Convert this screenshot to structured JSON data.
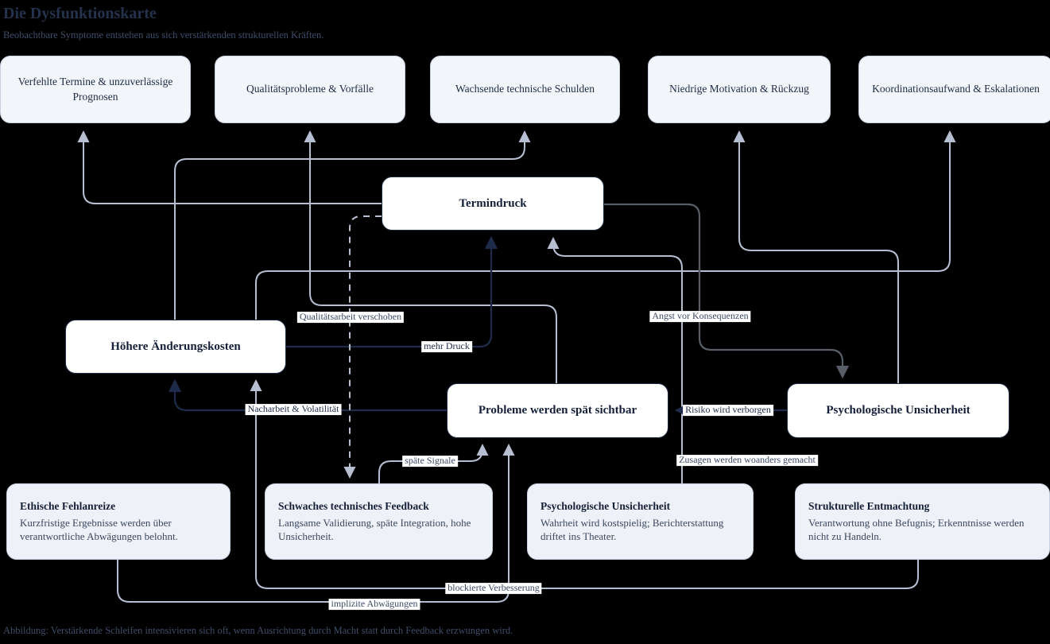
{
  "header": {
    "title": "Die Dysfunktionskarte",
    "subtitle": "Beobachtbare Symptome entstehen aus sich verstärkenden strukturellen Kräften."
  },
  "caption": "Abbildung: Verstärkende Schleifen intensivieren sich oft, wenn Ausrichtung durch Macht statt durch Feedback erzwungen wird.",
  "colors": {
    "background": "#000000",
    "edge_light": "#b6bfd2",
    "edge_dark": "#1e2b4a",
    "edge_gray": "#585e68",
    "symptom_fill": "#f2f5fa",
    "hub_fill": "#ffffff",
    "hub_border": "#1e2b45",
    "light_border": "#c7d0e0"
  },
  "symptoms": [
    {
      "label": "Verfehlte Termine & unzuverlässige Prognosen"
    },
    {
      "label": "Qualitätsprobleme & Vorfälle"
    },
    {
      "label": "Wachsende technische Schulden"
    },
    {
      "label": "Niedrige Motivation & Rückzug"
    },
    {
      "label": "Koordinationsaufwand & Eskalationen"
    }
  ],
  "hubs": [
    {
      "label": "Termindruck"
    },
    {
      "label": "Höhere Änderungskosten"
    },
    {
      "label": "Probleme werden spät sichtbar"
    },
    {
      "label": "Psychologische Unsicherheit"
    }
  ],
  "sources": [
    {
      "title": "Ethische Fehlanreize",
      "desc": "Kurzfristige Ergebnisse werden über verantwortliche Abwägungen belohnt."
    },
    {
      "title": "Schwaches technisches Feedback",
      "desc": "Langsame Validierung, späte Integration, hohe Unsicherheit."
    },
    {
      "title": "Psychologische Unsicherheit",
      "desc": "Wahrheit wird kostspielig; Berichterstattung driftet ins Theater."
    },
    {
      "title": "Strukturelle Entmachtung",
      "desc": "Verantwortung ohne Befugnis; Erkenntnisse werden nicht zu Handeln."
    }
  ],
  "edge_labels": [
    "Qualitätsarbeit verschoben",
    "mehr Druck",
    "Angst vor Konsequenzen",
    "Nacharbeit & Volatilität",
    "Risiko wird verborgen",
    "späte Signale",
    "Zusagen werden woanders gemacht",
    "blockierte Verbesserung",
    "implizite Abwägungen"
  ],
  "edges": [
    {
      "from": "Termindruck",
      "to": "Verfehlte Termine & unzuverlässige Prognosen",
      "label": "",
      "style": "light"
    },
    {
      "from": "Probleme werden spät sichtbar",
      "to": "Qualitätsprobleme & Vorfälle",
      "label": "",
      "style": "light"
    },
    {
      "from": "Höhere Änderungskosten",
      "to": "Wachsende technische Schulden",
      "label": "",
      "style": "light"
    },
    {
      "from": "Psychologische Unsicherheit",
      "to": "Niedrige Motivation & Rückzug",
      "label": "",
      "style": "light"
    },
    {
      "from": "Höhere Änderungskosten",
      "to": "Koordinationsaufwand & Eskalationen",
      "label": "",
      "style": "light"
    },
    {
      "from": "Höhere Änderungskosten",
      "to": "Termindruck",
      "label": "mehr Druck",
      "style": "dark"
    },
    {
      "from": "Probleme werden spät sichtbar",
      "to": "Höhere Änderungskosten",
      "label": "Nacharbeit & Volatilität",
      "style": "dark"
    },
    {
      "from": "Psychologische Unsicherheit",
      "to": "Probleme werden spät sichtbar",
      "label": "Risiko wird verborgen",
      "style": "dark"
    },
    {
      "from": "Termindruck",
      "to": "Psychologische Unsicherheit",
      "label": "Angst vor Konsequenzen",
      "style": "gray"
    },
    {
      "from": "Termindruck",
      "to": "Schwaches technisches Feedback",
      "label": "Qualitätsarbeit verschoben",
      "style": "dashed"
    },
    {
      "from": "Schwaches technisches Feedback",
      "to": "Probleme werden spät sichtbar",
      "label": "späte Signale",
      "style": "light"
    },
    {
      "from": "Psychologische Unsicherheit (Quelle)",
      "to": "Termindruck",
      "label": "Zusagen werden woanders gemacht",
      "style": "light"
    },
    {
      "from": "Ethische Fehlanreize",
      "to": "Probleme werden spät sichtbar",
      "label": "implizite Abwägungen",
      "style": "light"
    },
    {
      "from": "Strukturelle Entmachtung",
      "to": "Höhere Änderungskosten",
      "label": "blockierte Verbesserung",
      "style": "light"
    }
  ]
}
